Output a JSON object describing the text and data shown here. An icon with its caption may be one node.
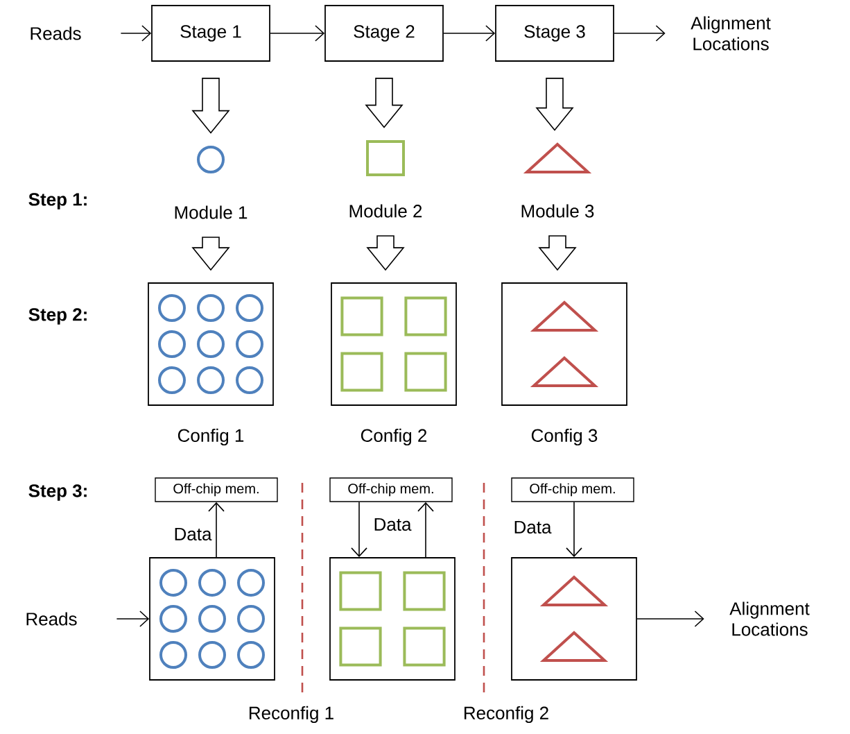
{
  "diagram": {
    "nodes": [
      {
        "text": [
          "Reads"
        ]
      },
      {
        "text": [
          "Stage 1"
        ]
      },
      {
        "text": [
          "Stage 2"
        ]
      },
      {
        "text": [
          "Stage 3"
        ]
      },
      {
        "text": [
          "Alignment Locations"
        ]
      },
      {
        "text": [],
        "shape": "circle",
        "beside": [
          "Module 1"
        ]
      },
      {
        "text": [],
        "shape": "box",
        "beside": [
          "Module 2"
        ]
      },
      {
        "text": [],
        "shape": "triangle",
        "beside": [
          "Module 3"
        ]
      },
      {
        "text": [],
        "shape": "box",
        "beside": [
          "Config 1"
        ]
      },
      {
        "text": [],
        "shape": "box",
        "beside": [
          "Config 2"
        ]
      },
      {
        "text": [],
        "shape": "box",
        "beside": [
          "Config 3"
        ]
      },
      {
        "text": [
          "Off-chip mem."
        ]
      },
      {
        "text": [
          "Off-chip mem."
        ]
      },
      {
        "text": [
          "Off-chip mem."
        ]
      },
      {
        "text": [
          "Reads"
        ]
      },
      {
        "text": [],
        "shape": "box"
      },
      {
        "text": [],
        "shape": "box"
      },
      {
        "text": [],
        "shape": "box"
      },
      {
        "text": [
          "Alignment Locations"
        ]
      }
    ],
    "edges": [
      {
        "from": 0,
        "to": 1,
        "arrow": "to"
      },
      {
        "from": 1,
        "to": 2,
        "arrow": "to"
      },
      {
        "from": 2,
        "to": 3,
        "arrow": "to"
      },
      {
        "from": 3,
        "to": 4,
        "arrow": "to"
      },
      {
        "from": 1,
        "to": 5,
        "arrow": "to"
      },
      {
        "from": 2,
        "to": 6,
        "arrow": "to"
      },
      {
        "from": 3,
        "to": 7,
        "arrow": "to"
      },
      {
        "from": 5,
        "to": 8,
        "arrow": "to"
      },
      {
        "from": 6,
        "to": 9,
        "arrow": "to"
      },
      {
        "from": 7,
        "to": 10,
        "arrow": "to"
      },
      {
        "from": 15,
        "to": 11,
        "arrow": "to",
        "label": "Data"
      },
      {
        "from": 12,
        "to": 16,
        "arrow": "to",
        "label": "Data"
      },
      {
        "from": 16,
        "to": 12,
        "arrow": "to"
      },
      {
        "from": 13,
        "to": 17,
        "arrow": "to",
        "label": "Data"
      },
      {
        "from": 14,
        "to": 15,
        "arrow": "to"
      },
      {
        "from": 17,
        "to": 18,
        "arrow": "to"
      }
    ],
    "labels": [
      "Step 1:",
      "Step 2:",
      "Step 3:",
      "Reconfig 1",
      "Reconfig 2"
    ]
  }
}
